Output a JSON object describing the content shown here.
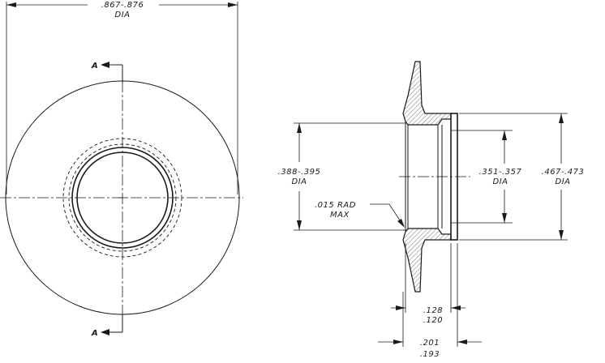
{
  "drawing": {
    "overall_dia": {
      "value": ".867-.876",
      "unit": "DIA"
    },
    "section_marker_top": "A",
    "section_marker_bottom": "A",
    "bore_dia": {
      "value": ".388-.395",
      "unit": "DIA"
    },
    "inner_dia": {
      "value": ".351-.357",
      "unit": "DIA"
    },
    "outer_dia": {
      "value": ".467-.473",
      "unit": "DIA"
    },
    "fillet": {
      "line1": ".015 RAD",
      "line2": "MAX"
    },
    "lip_length": {
      "upper": ".128",
      "lower": ".120"
    },
    "total_length": {
      "upper": ".201",
      "lower": ".193"
    }
  }
}
